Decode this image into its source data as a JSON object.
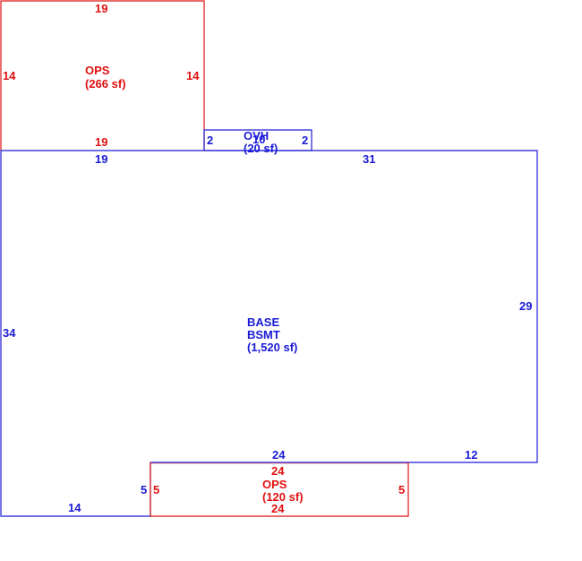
{
  "colors": {
    "base": "#1a1ad6",
    "ops": "#e01010"
  },
  "areas": {
    "ops_top": {
      "name": "OPS",
      "area": "(266 sf)"
    },
    "ovh": {
      "name": "OVH",
      "area": "(20 sf)"
    },
    "base": {
      "line1": "BASE",
      "line2": "BSMT",
      "area": "(1,520 sf)"
    },
    "ops_bottom": {
      "name": "OPS",
      "area": "(120 sf)"
    }
  },
  "dims": {
    "ops_top_top": "19",
    "ops_top_left": "14",
    "ops_top_right": "14",
    "ops_top_bottom": "19",
    "ovh_left": "2",
    "ovh_top": "10",
    "ovh_right": "2",
    "base_top_left": "19",
    "base_top_right": "31",
    "base_right": "29",
    "base_left": "34",
    "base_notch_top": "24",
    "base_notch_right_run": "12",
    "base_notch_left": "5",
    "base_bottom_left": "14",
    "ops_bottom_top": "24",
    "ops_bottom_left": "5",
    "ops_bottom_right": "5",
    "ops_bottom_bottom": "24"
  }
}
